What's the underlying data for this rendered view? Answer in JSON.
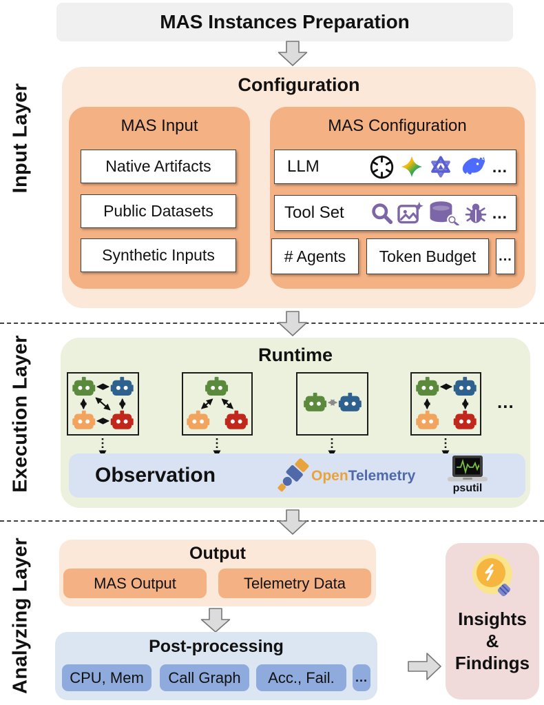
{
  "header": {
    "title": "MAS Instances Preparation"
  },
  "layer_labels": {
    "input": "Input Layer",
    "execution": "Execution Layer",
    "analyzing": "Analyzing Layer"
  },
  "configuration": {
    "title": "Configuration",
    "mas_input": {
      "title": "MAS Input",
      "items": [
        "Native Artifacts",
        "Public Datasets",
        "Synthetic Inputs"
      ]
    },
    "mas_config": {
      "title": "MAS Configuration",
      "llm_label": "LLM",
      "llm_icons": [
        "openai",
        "gemini",
        "qwen",
        "deepseek"
      ],
      "llm_ellipsis": "...",
      "toolset_label": "Tool Set",
      "toolset_icons": [
        "web-search",
        "image-generation",
        "database-query",
        "debug-bug"
      ],
      "toolset_ellipsis": "...",
      "num_agents": "# Agents",
      "token_budget": "Token Budget",
      "params_ellipsis": "..."
    }
  },
  "runtime": {
    "title": "Runtime",
    "ellipsis": "...",
    "agent_colors": {
      "green": "#5B8A3C",
      "blue": "#2E618E",
      "orange": "#F2A35E",
      "red": "#C1271A"
    },
    "observation": {
      "title": "Observation",
      "opentelemetry_open": "Open",
      "opentelemetry_telemetry": "Telemetry",
      "psutil_label": "psutil"
    }
  },
  "analyzing": {
    "output": {
      "title": "Output",
      "items": [
        "MAS Output",
        "Telemetry Data"
      ]
    },
    "post_processing": {
      "title": "Post-processing",
      "items": [
        "CPU, Mem",
        "Call Graph",
        "Acc., Fail.",
        "..."
      ]
    },
    "insights": {
      "lines": [
        "Insights",
        "&",
        "Findings"
      ]
    }
  },
  "colors": {
    "peach_panel": "#FCE8D8",
    "orange_box": "#F4B183",
    "green_panel": "#EBF1DD",
    "observation_bar": "#D9E2F3",
    "postprocess_panel": "#DBE6F2",
    "postprocess_item": "#8FAADC",
    "insights_panel": "#F0DADA",
    "header_gray": "#F0F0F0",
    "tool_icon_purple": "#7D66A8",
    "arrow_gray": "#DCDCDC",
    "opentelemetry_orange": "#E8A33D",
    "opentelemetry_blue": "#5069A9"
  }
}
